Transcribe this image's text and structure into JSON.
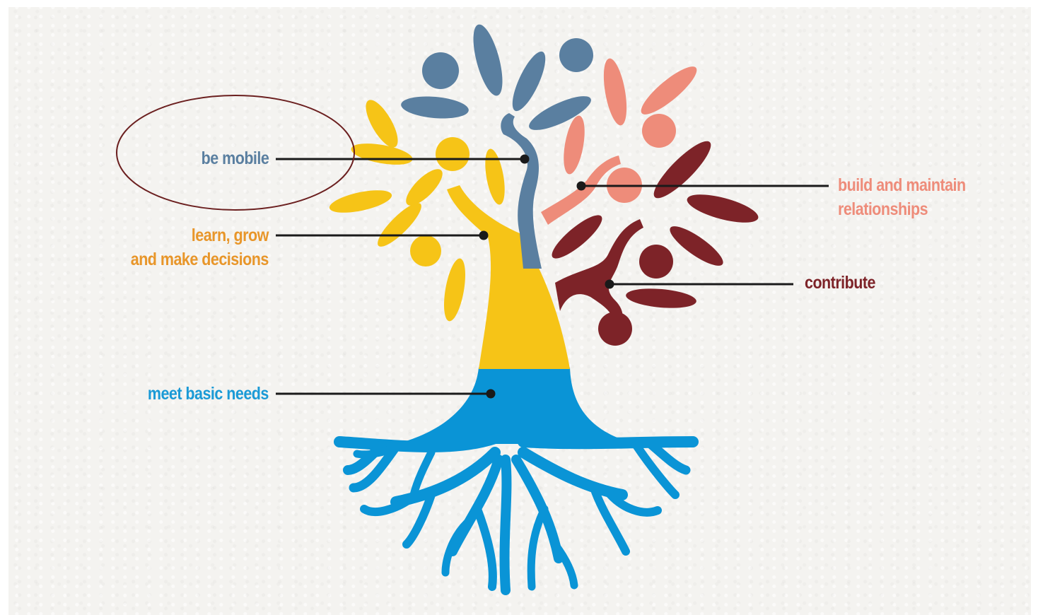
{
  "labels": {
    "be_mobile": "be mobile",
    "learn_grow": "learn, grow\nand make decisions",
    "meet_basic_needs": "meet basic needs",
    "build_relationships": "build and maintain\nrelationships",
    "contribute": "contribute"
  },
  "colors": {
    "be_mobile": "#5a7fa0",
    "learn_grow": "#e8962a",
    "meet_basic_needs": "#1a9ad6",
    "build_relationships": "#ee8c7a",
    "contribute": "#7d2328",
    "yellow_branch": "#f6c417",
    "blue_roots": "#0a94d6",
    "annotation_ellipse": "#6b1f1f",
    "leader_line": "#1a1a1a",
    "background": "#f4f3f0"
  },
  "annotation": {
    "shape": "ellipse",
    "encloses": "be mobile"
  }
}
